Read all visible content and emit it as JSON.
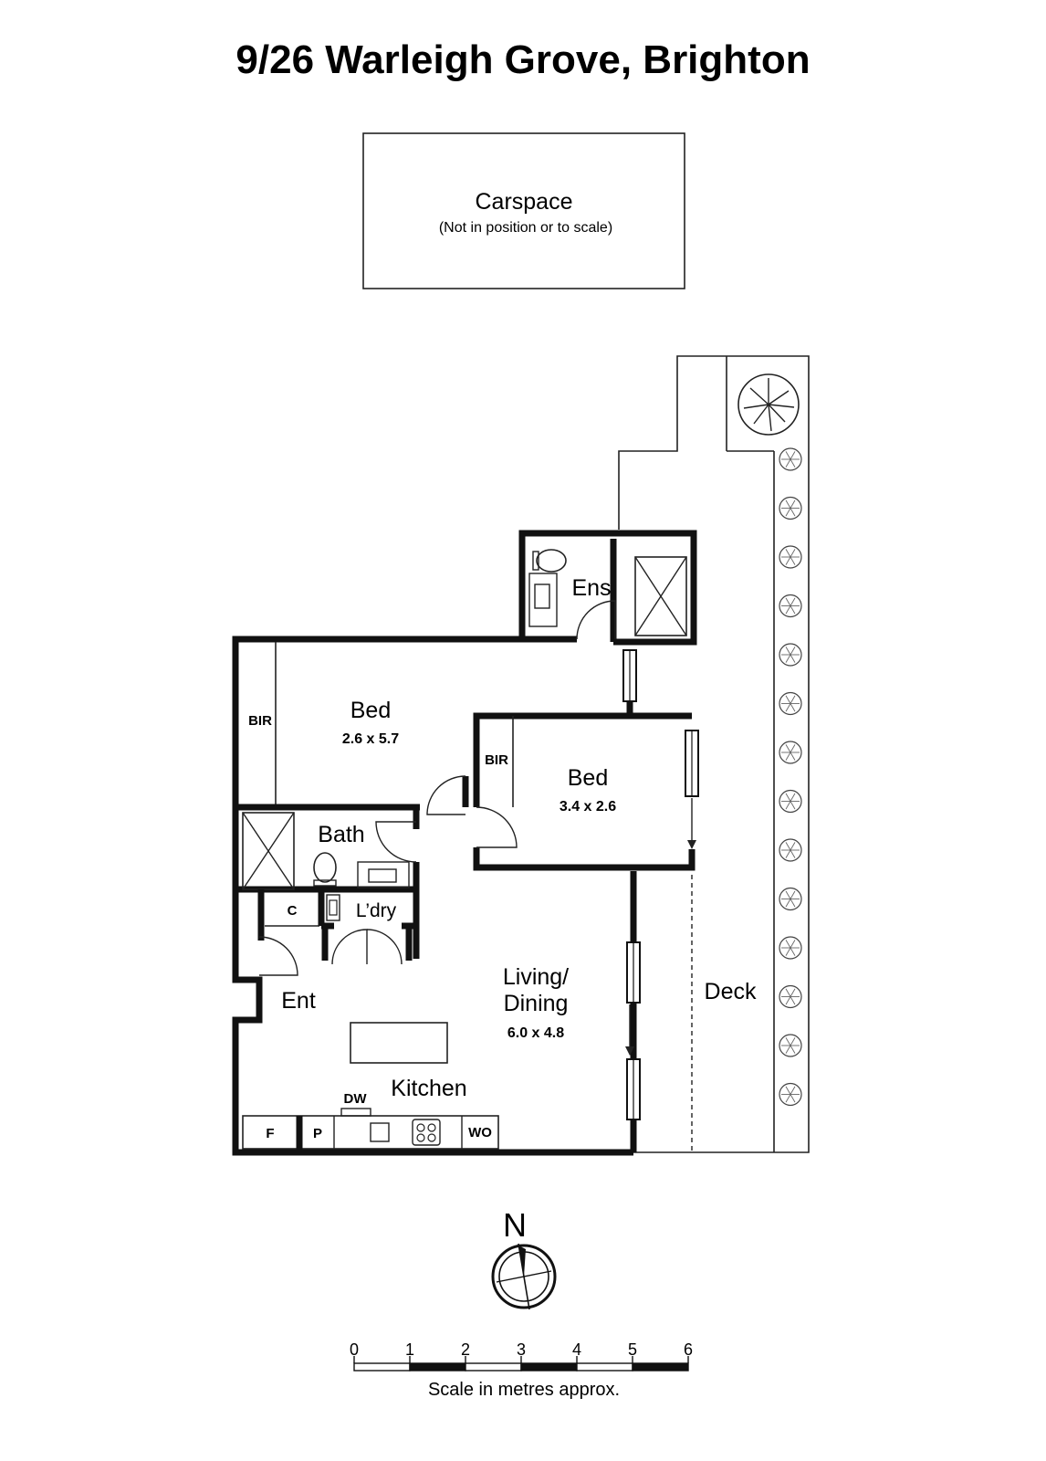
{
  "title": "9/26 Warleigh Grove, Brighton",
  "carspace": {
    "label": "Carspace",
    "note": "(Not in position or to scale)"
  },
  "rooms": {
    "ens": "Ens",
    "bed1": {
      "label": "Bed",
      "dims": "2.6 x 5.7"
    },
    "bed2": {
      "label": "Bed",
      "dims": "3.4 x 2.6"
    },
    "bir1": "BIR",
    "bir2": "BIR",
    "bath": "Bath",
    "cupboard": "C",
    "laundry": "L’dry",
    "entry": "Ent",
    "living_l1": "Living/",
    "living_l2": "Dining",
    "living_dims": "6.0 x 4.8",
    "deck": "Deck",
    "kitchen": "Kitchen",
    "dw": "DW",
    "fridge": "F",
    "pantry": "P",
    "wall_oven": "WO"
  },
  "north_label": "N",
  "scale": {
    "ticks": [
      "0",
      "1",
      "2",
      "3",
      "4",
      "5",
      "6"
    ],
    "caption": "Scale in metres approx."
  }
}
